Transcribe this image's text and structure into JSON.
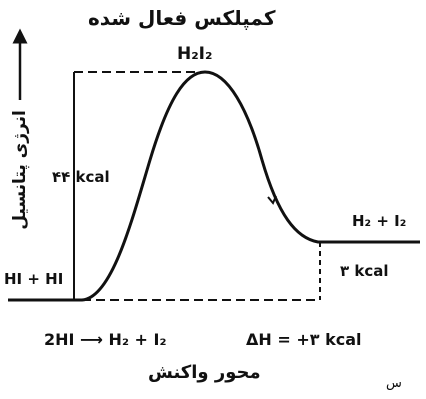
{
  "diagram": {
    "title": "کمپلکس فعال شده",
    "activated_complex": "H₂I₂",
    "y_axis_label": "انرژی پتانسیل",
    "x_axis_label": "محور واکنش",
    "activation_energy": "۴۴ kcal",
    "reactants": "HI + HI",
    "products": "H₂ + I₂",
    "enthalpy_gap": "۳ kcal",
    "equation": "2HI ⟶ H₂ + I₂",
    "delta_h": "ΔH = +۳ kcal",
    "corner_mark": "س"
  }
}
